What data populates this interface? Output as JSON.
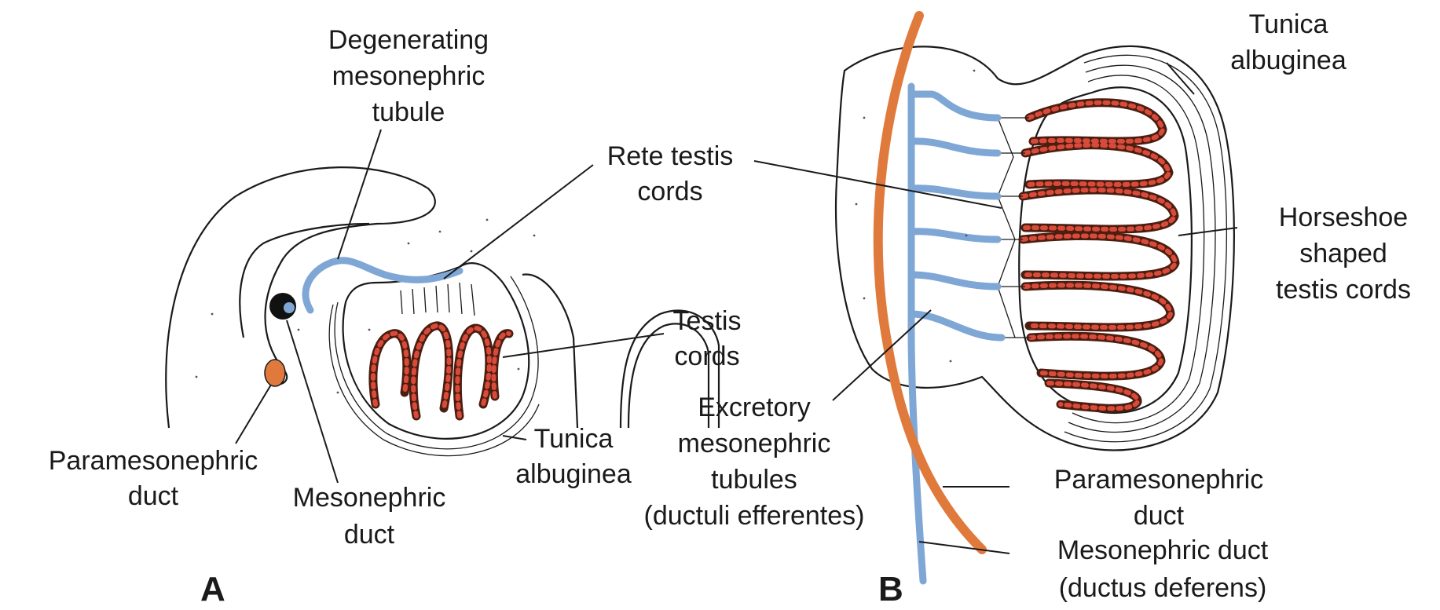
{
  "panel_a": {
    "label": "A",
    "degenerating_tubule": [
      "Degenerating",
      "mesonephric",
      "tubule"
    ],
    "rete_testis": [
      "Rete testis",
      "cords"
    ],
    "testis_cords": [
      "Testis",
      "cords"
    ],
    "tunica_albuginea": [
      "Tunica",
      "albuginea"
    ],
    "paramesonephric_duct": [
      "Paramesonephric",
      "duct"
    ],
    "mesonephric_duct": [
      "Mesonephric",
      "duct"
    ]
  },
  "panel_b": {
    "label": "B",
    "tunica_albuginea": [
      "Tunica",
      "albuginea"
    ],
    "horseshoe_cords": [
      "Horseshoe",
      "shaped",
      "testis cords"
    ],
    "excretory_tubules": [
      "Excretory",
      "mesonephric",
      "tubules",
      "(ductuli efferentes)"
    ],
    "paramesonephric_duct": [
      "Paramesonephric",
      "duct"
    ],
    "mesonephric_duct": [
      "Mesonephric duct",
      "(ductus deferens)"
    ]
  },
  "colors": {
    "mesonephric": "#7fa7d6",
    "paramesonephric": "#e07a3c",
    "cords": "#4a1e10",
    "cord_dots": "#d94a3a"
  }
}
